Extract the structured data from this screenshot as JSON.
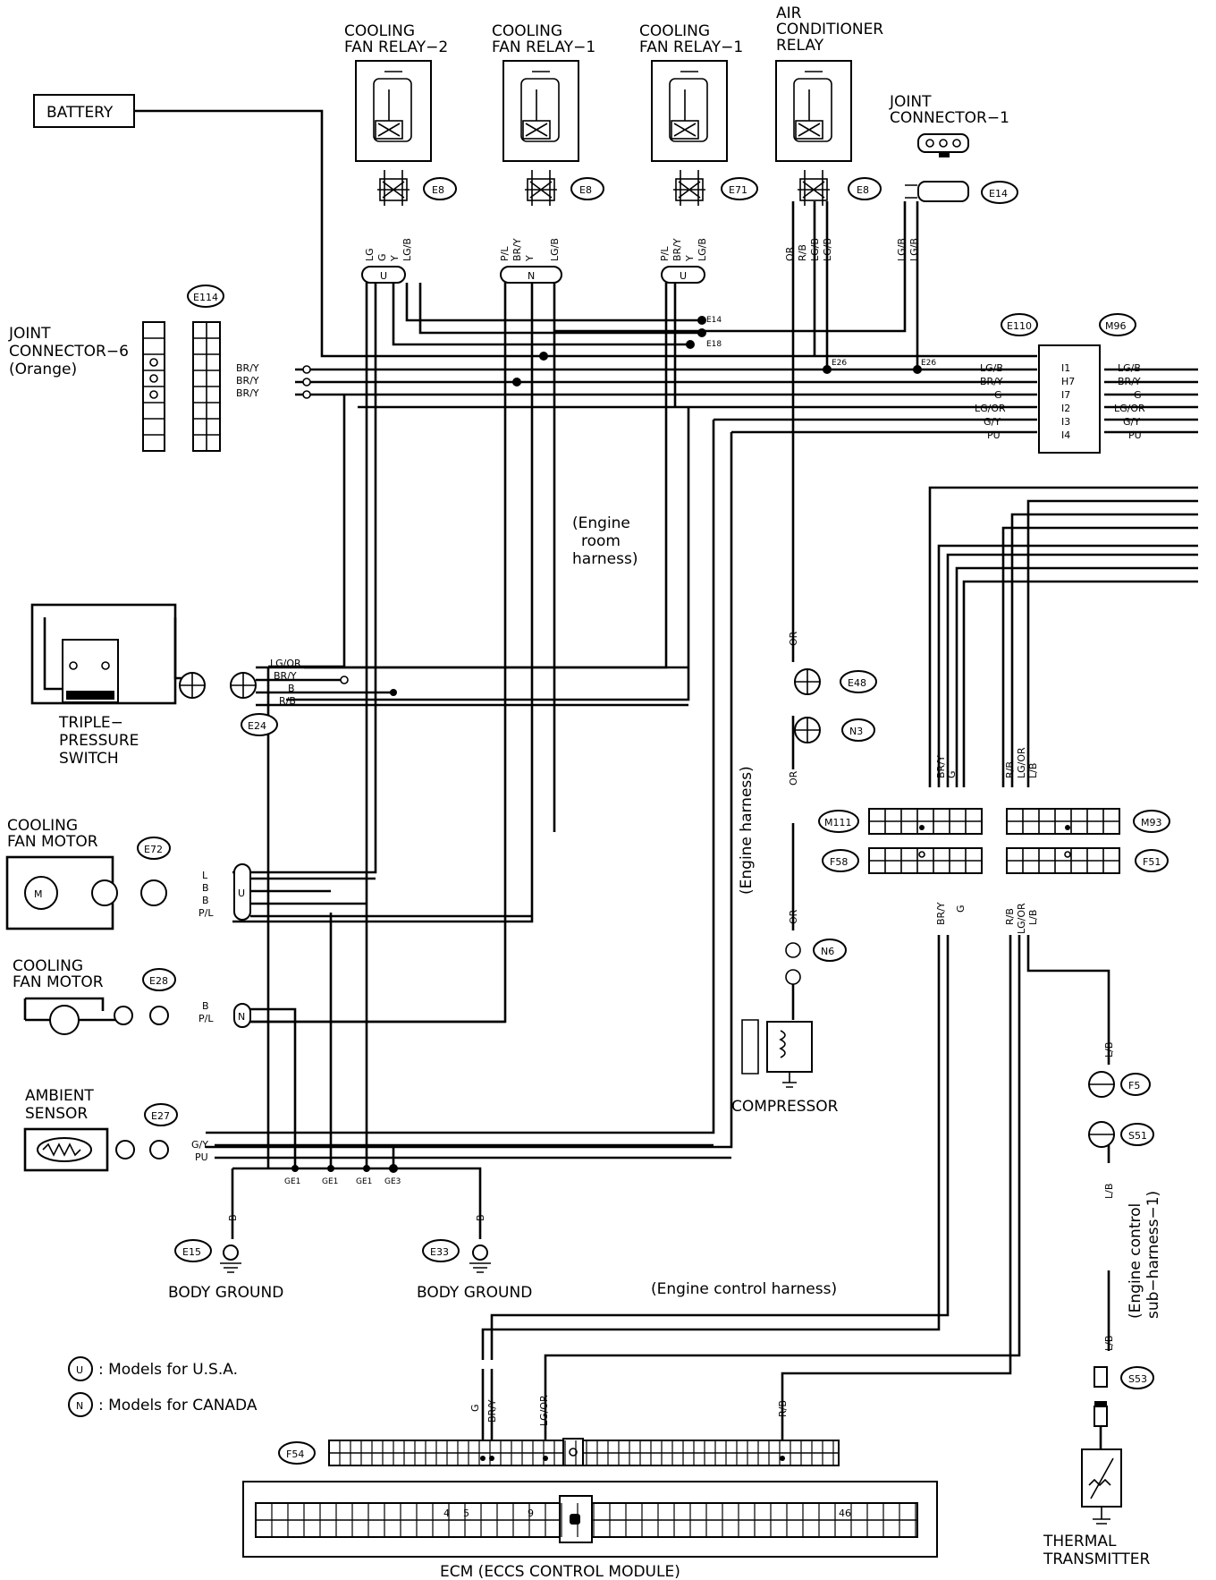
{
  "components": {
    "battery": "BATTERY",
    "fan_relay_2": [
      "COOLING",
      "FAN RELAY−2"
    ],
    "fan_relay_1a": [
      "COOLING",
      "FAN RELAY−1"
    ],
    "fan_relay_1b": [
      "COOLING",
      "FAN RELAY−1"
    ],
    "ac_relay": [
      "AIR",
      "CONDITIONER",
      "RELAY"
    ],
    "joint_connector_1": [
      "JOINT",
      "CONNECTOR−1"
    ],
    "joint_connector_6": [
      "JOINT",
      "CONNECTOR−6",
      "(Orange)"
    ],
    "triple_switch": [
      "TRIPLE−",
      "PRESSURE",
      "SWITCH"
    ],
    "fan_motor_1": [
      "COOLING",
      "FAN MOTOR"
    ],
    "fan_motor_2": [
      "COOLING",
      "FAN MOTOR"
    ],
    "ambient_sensor": [
      "AMBIENT",
      "SENSOR"
    ],
    "compressor": "COMPRESSOR",
    "body_ground": "BODY GROUND",
    "ecm": "ECM (ECCS CONTROL MODULE)",
    "thermal": [
      "THERMAL",
      "TRANSMITTER"
    ]
  },
  "connectors": {
    "e8": "E8",
    "e71": "E71",
    "e14": "E14",
    "e114": "E114",
    "e110": "E110",
    "m96": "M96",
    "e24": "E24",
    "e72": "E72",
    "e28": "E28",
    "e27": "E27",
    "e15": "E15",
    "e33": "E33",
    "e48": "E48",
    "n3": "N3",
    "n6": "N6",
    "m111": "M111",
    "f58": "F58",
    "m93": "M93",
    "f51": "F51",
    "f5": "F5",
    "s51": "S51",
    "s53": "S53",
    "f54": "F54"
  },
  "harness": {
    "engine_room": [
      "(Engine",
      "room",
      "harness)"
    ],
    "engine": "(Engine harness)",
    "engine_control": "(Engine control harness)",
    "sub_harness": [
      "(Engine control",
      "sub−harness−1)"
    ]
  },
  "wires": {
    "lg": "LG",
    "g": "G",
    "y": "Y",
    "lgb": "LG/B",
    "pl": "P/L",
    "bry": "BR/Y",
    "or": "OR",
    "rb": "R/B",
    "lgor": "LG/OR",
    "gy": "G/Y",
    "pu": "PU",
    "b": "B",
    "l": "L",
    "lb": "L/B"
  },
  "splices": {
    "e14": "E14",
    "e18": "E18",
    "e26": "E26",
    "ge1": "GE1",
    "ge3": "GE3"
  },
  "terminals": {
    "i1": "I1",
    "h7": "H7",
    "i7": "I7",
    "i2": "I2",
    "i3": "I3",
    "i4": "I4"
  },
  "ecm_pins": {
    "p4": "4",
    "p5": "5",
    "p9": "9",
    "p46": "46"
  },
  "legend": {
    "u_mark": "U",
    "n_mark": "N",
    "u_text": ": Models for U.S.A.",
    "n_text": ": Models for CANADA"
  }
}
